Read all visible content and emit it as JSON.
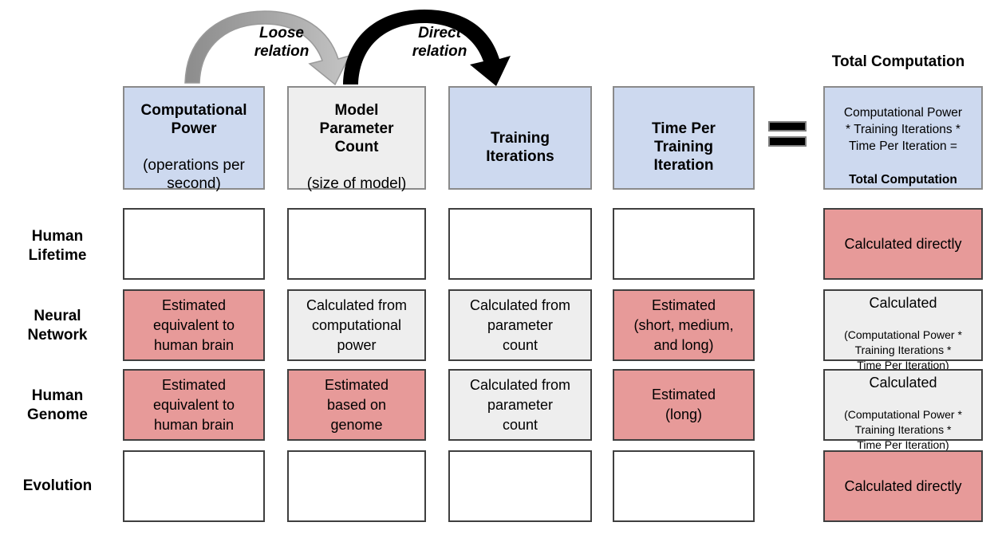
{
  "arrows": [
    {
      "id": "loose",
      "label": "Loose\nrelation",
      "color": "#9e9e9e",
      "style": "gradient-gray"
    },
    {
      "id": "direct",
      "label": "Direct\nrelation",
      "color": "#000000",
      "style": "solid-black"
    }
  ],
  "total_computation_title": "Total Computation",
  "equals_sign": "=",
  "columns": [
    {
      "id": "computational-power",
      "title": "Computational\nPower",
      "subtitle": "(operations per\nsecond)",
      "fill": "#cdd9ef"
    },
    {
      "id": "model-parameter-count",
      "title": "Model\nParameter\nCount",
      "subtitle": "(size of model)",
      "fill": "#eeeeee"
    },
    {
      "id": "training-iterations",
      "title": "Training\nIterations",
      "subtitle": "",
      "fill": "#cdd9ef"
    },
    {
      "id": "time-per-training-iteration",
      "title": "Time Per\nTraining\nIteration",
      "subtitle": "",
      "fill": "#cdd9ef"
    },
    {
      "id": "total-computation",
      "title": "Computational Power\n* Training Iterations *\nTime Per Iteration =",
      "subtitle": "Total Computation",
      "fill": "#cdd9ef"
    }
  ],
  "rows": [
    {
      "id": "human-lifetime",
      "label": "Human\nLifetime",
      "cells": [
        {
          "text": "",
          "fill": "white"
        },
        {
          "text": "",
          "fill": "white"
        },
        {
          "text": "",
          "fill": "white"
        },
        {
          "text": "",
          "fill": "white"
        }
      ],
      "total": {
        "title": "Calculated directly",
        "detail": "",
        "fill": "pink"
      }
    },
    {
      "id": "neural-network",
      "label": "Neural\nNetwork",
      "cells": [
        {
          "text": "Estimated\nequivalent to\nhuman brain",
          "fill": "pink"
        },
        {
          "text": "Calculated from\ncomputational\npower",
          "fill": "lgray"
        },
        {
          "text": "Calculated from\nparameter\ncount",
          "fill": "lgray"
        },
        {
          "text": "Estimated\n(short, medium,\nand long)",
          "fill": "pink"
        }
      ],
      "total": {
        "title": "Calculated",
        "detail": "(Computational Power *\nTraining Iterations *\nTime Per Iteration)",
        "fill": "lgray"
      }
    },
    {
      "id": "human-genome",
      "label": "Human\nGenome",
      "cells": [
        {
          "text": "Estimated\nequivalent to\nhuman brain",
          "fill": "pink"
        },
        {
          "text": "Estimated\nbased on\ngenome",
          "fill": "pink"
        },
        {
          "text": "Calculated from\nparameter\ncount",
          "fill": "lgray"
        },
        {
          "text": "Estimated\n(long)",
          "fill": "pink"
        }
      ],
      "total": {
        "title": "Calculated",
        "detail": "(Computational Power *\nTraining Iterations *\nTime Per Iteration)",
        "fill": "lgray"
      }
    },
    {
      "id": "evolution",
      "label": "Evolution",
      "cells": [
        {
          "text": "",
          "fill": "white"
        },
        {
          "text": "",
          "fill": "white"
        },
        {
          "text": "",
          "fill": "white"
        },
        {
          "text": "",
          "fill": "white"
        }
      ],
      "total": {
        "title": "Calculated directly",
        "detail": "",
        "fill": "pink"
      }
    }
  ],
  "colors": {
    "blue": "#cdd9ef",
    "gray": "#eeeeee",
    "pink": "#e79a99",
    "border_dark": "#3f3f3f",
    "border_light": "#8a8a8a",
    "arrow_gray": "#9e9e9e",
    "arrow_black": "#000000"
  }
}
